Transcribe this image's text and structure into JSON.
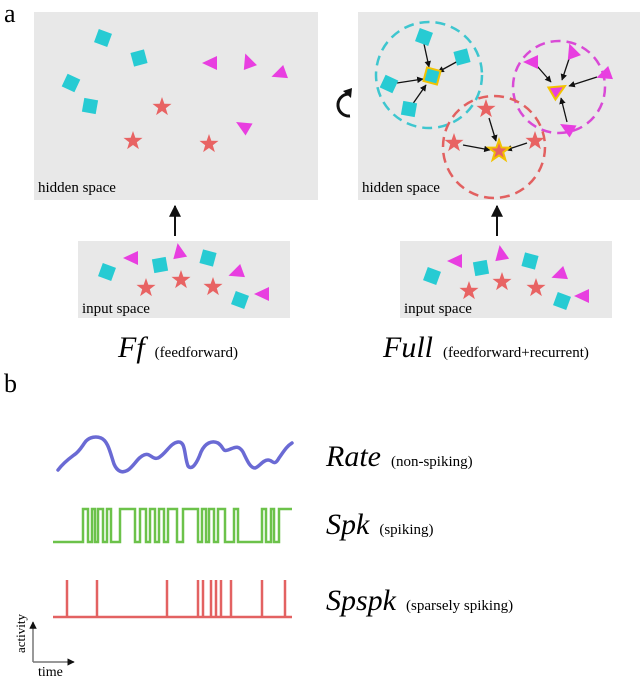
{
  "panel_a": {
    "letter": "a",
    "ff": {
      "hidden_label": "hidden space",
      "input_label": "input space",
      "title_main": "Ff",
      "title_sub": "(feedforward)"
    },
    "full": {
      "hidden_label": "hidden space",
      "input_label": "input space",
      "title_main": "Full",
      "title_sub": "(feedforward+recurrent)"
    }
  },
  "panel_b": {
    "letter": "b",
    "rows": [
      {
        "title_main": "Rate",
        "title_sub": "(non-spiking)",
        "color": "#6a6ad4"
      },
      {
        "title_main": "Spk",
        "title_sub": "(spiking)",
        "color": "#6cc24a"
      },
      {
        "title_main": "Spspk",
        "title_sub": "(sparsely spiking)",
        "color": "#e36262"
      }
    ],
    "axes": {
      "y_label": "activity",
      "x_label": "time"
    }
  },
  "colors": {
    "box_fill": "#e8e8e8",
    "square": "#27cbd3",
    "star": "#e86363",
    "triangle": "#e83ee0",
    "circle_cyan": "#3ec6cf",
    "circle_magenta": "#d94ad6",
    "circle_red": "#e26060",
    "highlight": "#f2c200"
  }
}
